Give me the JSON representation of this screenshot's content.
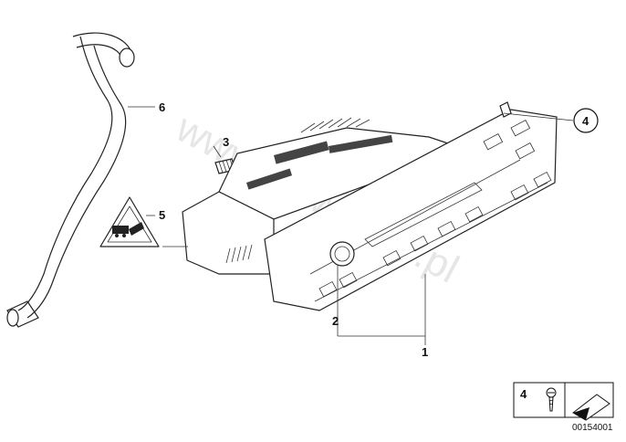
{
  "watermark": "www.bmwstore.pl",
  "callouts": {
    "c1": "1",
    "c2": "2",
    "c3": "3",
    "c4": "4",
    "c5": "5",
    "c6": "6"
  },
  "legend": {
    "item_number": "4"
  },
  "part_number": "00154001",
  "icons": [
    "warning-triangle-icon",
    "screw-icon",
    "arrow-direction-icon"
  ]
}
